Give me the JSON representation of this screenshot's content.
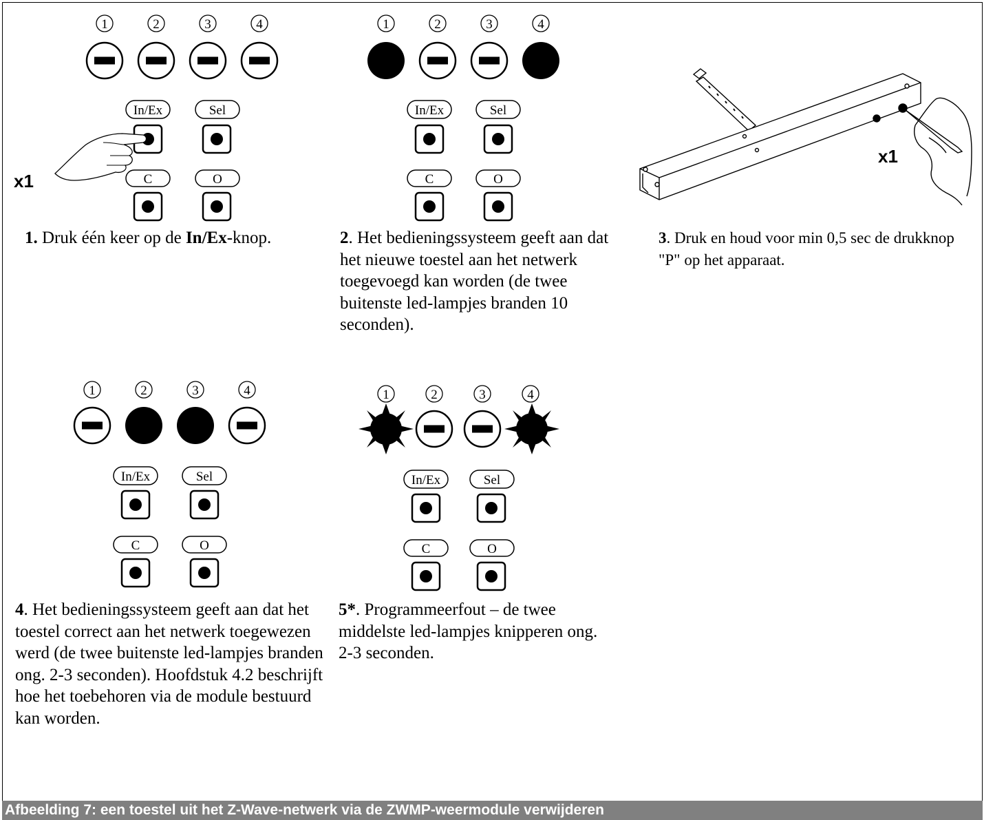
{
  "led_numbers": [
    "1",
    "2",
    "3",
    "4"
  ],
  "buttons": {
    "inex": "In/Ex",
    "sel": "Sel",
    "close": "C",
    "open": "O"
  },
  "press_count": "x1",
  "steps": [
    {
      "num": "1.",
      "text": " Druk één keer op de ",
      "bold": "In/Ex",
      "tail": "-knop."
    },
    {
      "num": "2",
      "text": ". Het bedieningssysteem geeft aan dat het nieuwe toestel aan het netwerk toegevoegd kan worden (de twee buitenste led-lampjes branden 10 seconden)."
    },
    {
      "num": "3",
      "text": ". Druk en houd voor min 0,5 sec de drukknop \"P\" op het apparaat."
    },
    {
      "num": "4",
      "text": ". Het bedieningssysteem geeft aan dat het toestel correct aan het netwerk toegewezen werd (de twee buitenste led-lampjes branden ong. 2-3 seconden). Hoofdstuk 4.2 beschrijft hoe het toebehoren via de module bestuurd kan worden."
    },
    {
      "num": "5*",
      "text": ".  Programmeerfout – de twee middelste led-lampjes knipperen ong. 2-3 seconden."
    }
  ],
  "caption": "Afbeelding 7: een toestel uit het Z-Wave-netwerk via de ZWMP-weermodule verwijderen",
  "led_states": {
    "panel1": [
      "off",
      "off",
      "off",
      "off"
    ],
    "panel2": [
      "on",
      "off",
      "off",
      "on"
    ],
    "panel4": [
      "off",
      "on",
      "on",
      "off"
    ],
    "panel5": [
      "blink",
      "off",
      "off",
      "blink"
    ]
  }
}
